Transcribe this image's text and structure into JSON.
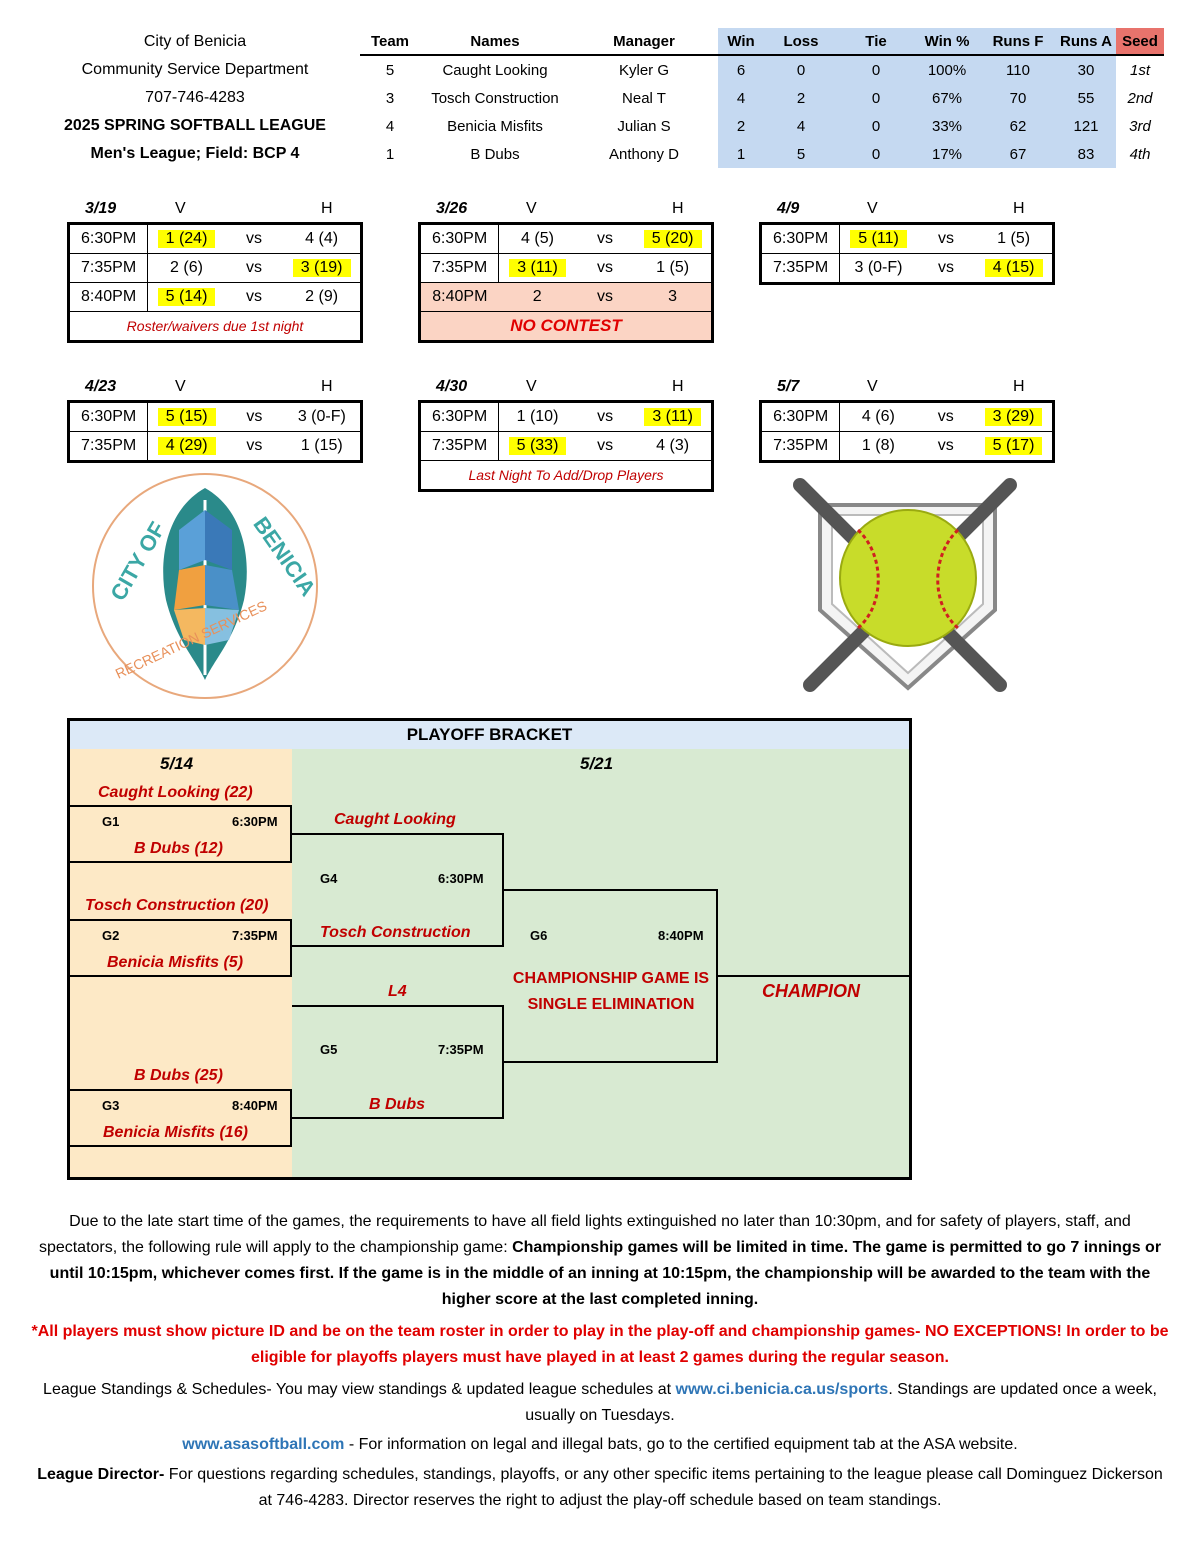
{
  "header": {
    "line1": "City of Benicia",
    "line2": "Community Service Department",
    "phone": "707-746-4283",
    "league": "2025 SPRING SOFTBALL LEAGUE",
    "division": "Men's League; Field: BCP 4"
  },
  "standings": {
    "columns": [
      "Team",
      "Names",
      "Manager",
      "Win",
      "Loss",
      "Tie",
      "Win %",
      "Runs F",
      "Runs A",
      "Seed"
    ],
    "rows": [
      [
        "5",
        "Caught Looking",
        "Kyler G",
        "6",
        "0",
        "0",
        "100%",
        "110",
        "30",
        "1st"
      ],
      [
        "3",
        "Tosch Construction",
        "Neal T",
        "4",
        "2",
        "0",
        "67%",
        "70",
        "55",
        "2nd"
      ],
      [
        "4",
        "Benicia Misfits",
        "Julian S",
        "2",
        "4",
        "0",
        "33%",
        "62",
        "121",
        "3rd"
      ],
      [
        "1",
        "B Dubs",
        "Anthony D",
        "1",
        "5",
        "0",
        "17%",
        "67",
        "83",
        "4th"
      ]
    ]
  },
  "labels": {
    "v": "V",
    "h": "H",
    "vs": "vs"
  },
  "weeks": [
    {
      "date": "3/19",
      "games": [
        [
          "6:30PM",
          "1 (24)",
          "4 (4)"
        ],
        [
          "7:35PM",
          "2 (6)",
          "3 (19)"
        ],
        [
          "8:40PM",
          "5 (14)",
          "2 (9)"
        ]
      ],
      "note": "Roster/waivers due 1st night"
    },
    {
      "date": "3/26",
      "games": [
        [
          "6:30PM",
          "4 (5)",
          "5 (20)"
        ],
        [
          "7:35PM",
          "3 (11)",
          "1 (5)"
        ],
        [
          "8:40PM",
          "2",
          "3"
        ]
      ],
      "note": "NO CONTEST"
    },
    {
      "date": "4/9",
      "games": [
        [
          "6:30PM",
          "5 (11)",
          "1 (5)"
        ],
        [
          "7:35PM",
          "3 (0-F)",
          "4 (15)"
        ]
      ]
    },
    {
      "date": "4/23",
      "games": [
        [
          "6:30PM",
          "5 (15)",
          "3 (0-F)"
        ],
        [
          "7:35PM",
          "4 (29)",
          "1 (15)"
        ]
      ]
    },
    {
      "date": "4/30",
      "games": [
        [
          "6:30PM",
          "1 (10)",
          "3 (11)"
        ],
        [
          "7:35PM",
          "5 (33)",
          "4 (3)"
        ]
      ],
      "note": "Last Night To Add/Drop Players"
    },
    {
      "date": "5/7",
      "games": [
        [
          "6:30PM",
          "4 (6)",
          "3 (29)"
        ],
        [
          "7:35PM",
          "1 (8)",
          "5 (17)"
        ]
      ]
    }
  ],
  "logo": {
    "text_top": "CITY OF BENICIA",
    "text_bottom": "RECREATION SERVICES"
  },
  "bracket": {
    "title": "PLAYOFF BRACKET",
    "date1": "5/14",
    "date2": "5/21",
    "g1": {
      "label": "G1",
      "time": "6:30PM",
      "top": "Caught Looking (22)",
      "bottom": "B Dubs (12)"
    },
    "g2": {
      "label": "G2",
      "time": "7:35PM",
      "top": "Tosch Construction (20)",
      "bottom": "Benicia Misfits (5)"
    },
    "g3": {
      "label": "G3",
      "time": "8:40PM",
      "top": "B Dubs (25)",
      "bottom": "Benicia Misfits (16)"
    },
    "g4": {
      "label": "G4",
      "time": "6:30PM",
      "top": "Caught Looking",
      "bottom": "Tosch Construction"
    },
    "g5": {
      "label": "G5",
      "time": "7:35PM",
      "top": "L4",
      "bottom": "B Dubs"
    },
    "g6": {
      "label": "G6",
      "time": "8:40PM",
      "note_line1": "CHAMPIONSHIP GAME IS",
      "note_line2": "SINGLE ELIMINATION"
    },
    "champion": "CHAMPION"
  },
  "footer": {
    "p1_normal": "Due to the late start time of the games, the requirements to have all field lights extinguished no later than 10:30pm, and for safety of players, staff, and spectators, the following rule will apply to the championship game: ",
    "p1_bold": "Championship games will be limited in time. The game is permitted to go 7 innings or until 10:15pm, whichever comes first. If the game is in the middle of an inning at 10:15pm, the championship will be awarded to the team with the higher score at the last completed inning.",
    "p2_red": "*All players must show picture ID and be on the team roster in order to play in the play-off and championship games- NO EXCEPTIONS! In order to be eligible for playoffs players must have played in at least 2 games during the regular season.",
    "p3_a": "League Standings & Schedules- You may view standings & updated league schedules at ",
    "p3_link": "www.ci.benicia.ca.us/sports",
    "p3_b": ". Standings are updated once a week, usually on Tuesdays.",
    "p4_link": "www.asasoftball.com",
    "p4_text": " - For information on legal and illegal bats, go to the certified equipment tab at the ASA website.",
    "p5_bold": "League Director-",
    "p5_text": " For questions regarding schedules, standings, playoffs, or any other specific items pertaining to the league please call Dominguez Dickerson at 746-4283. Director reserves the right to adjust the play-off schedule based on team standings."
  }
}
